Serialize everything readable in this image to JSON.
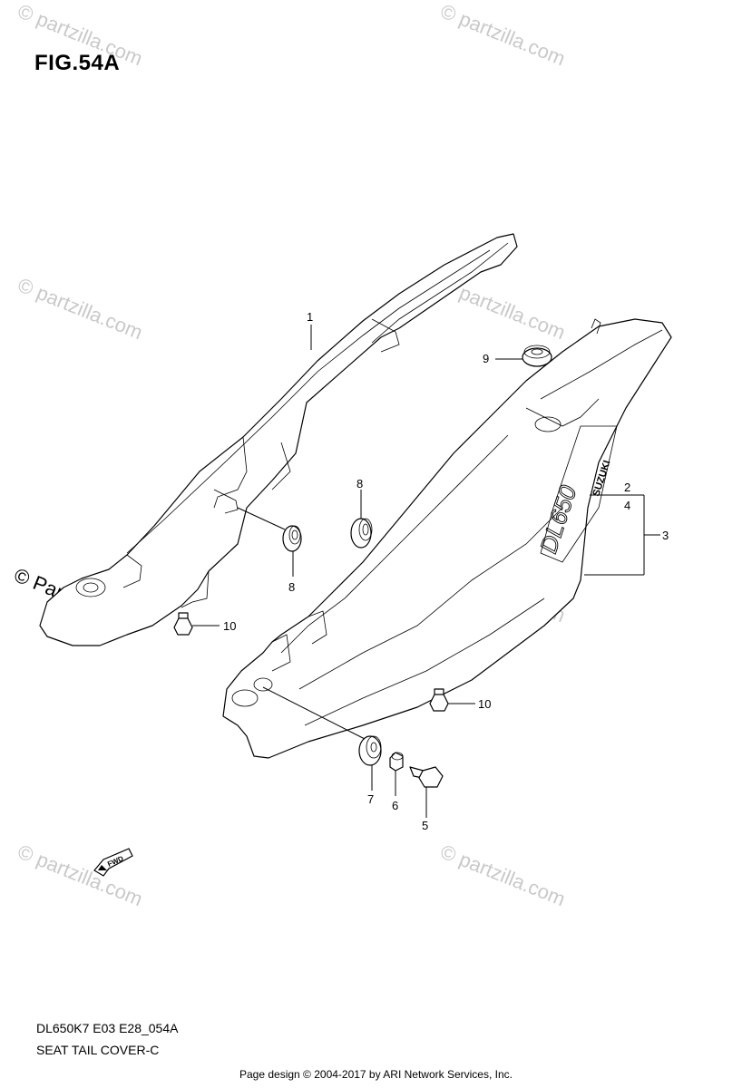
{
  "figure": {
    "title": "FIG.54A",
    "code": "DL650K7 E03 E28_054A",
    "name": "SEAT TAIL COVER-C"
  },
  "watermark": {
    "text": "© Partzilla.com",
    "text_lower": "© partzilla.com"
  },
  "callouts": [
    "1",
    "2",
    "4",
    "3",
    "9",
    "8",
    "8",
    "10",
    "10",
    "7",
    "6",
    "5"
  ],
  "decal": {
    "model_text": "DL650",
    "brand_text": "SUZUKI"
  },
  "fwd_arrow_label": "FWD",
  "footer": "Page design © 2004-2017 by ARI Network Services, Inc."
}
